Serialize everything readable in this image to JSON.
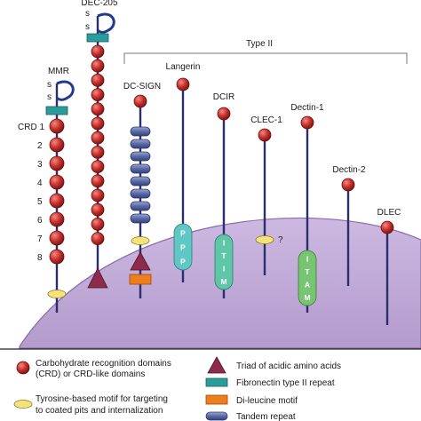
{
  "colors": {
    "membrane": "#bda8d4",
    "membrane_edge": "#8a6aa8",
    "stalk": "#2b2f6b",
    "crd_fill": "#c9302c",
    "crd_edge": "#6b1412",
    "tyrosine_fill": "#f4e27a",
    "tyrosine_edge": "#8a7a1a",
    "triad_fill": "#8e2a4c",
    "fibronectin_fill": "#2a9d9a",
    "dileucine_fill": "#ee7d1c",
    "tandem_fill": "#5a6aa6",
    "ppp_fill": "#5fc7c4",
    "itim_fill": "#5fc7a8",
    "itam_fill": "#77c472",
    "bracket": "#777777",
    "legend_line": "#222222"
  },
  "group_label": "Type II",
  "receptors": {
    "dec205": {
      "name": "DEC-205",
      "disulfide": [
        "s",
        "s"
      ]
    },
    "mmr": {
      "name": "MMR",
      "disulfide": [
        "s",
        "s"
      ],
      "crd_label": "CRD 1",
      "crd_numbers": [
        "2",
        "3",
        "4",
        "5",
        "6",
        "7",
        "8"
      ]
    },
    "dcsign": {
      "name": "DC-SIGN"
    },
    "langerin": {
      "name": "Langerin",
      "motif": "PPP"
    },
    "dcir": {
      "name": "DCIR",
      "motif": "ITIM"
    },
    "clec1": {
      "name": "CLEC-1",
      "question": "?"
    },
    "dectin1": {
      "name": "Dectin-1",
      "motif": "ITAM"
    },
    "dectin2": {
      "name": "Dectin-2"
    },
    "dlec": {
      "name": "DLEC"
    }
  },
  "legend": {
    "crd_line1": "Carbohydrate recognition domains",
    "crd_line2": "(CRD) or CRD-like domains",
    "tyrosine_line1": "Tyrosine-based motif for targeting",
    "tyrosine_line2": "to coated pits and internalization",
    "triad": "Triad of acidic amino acids",
    "fibronectin": "Fibronectin type II repeat",
    "dileucine": "Di-leucine motif",
    "tandem": "Tandem repeat"
  }
}
